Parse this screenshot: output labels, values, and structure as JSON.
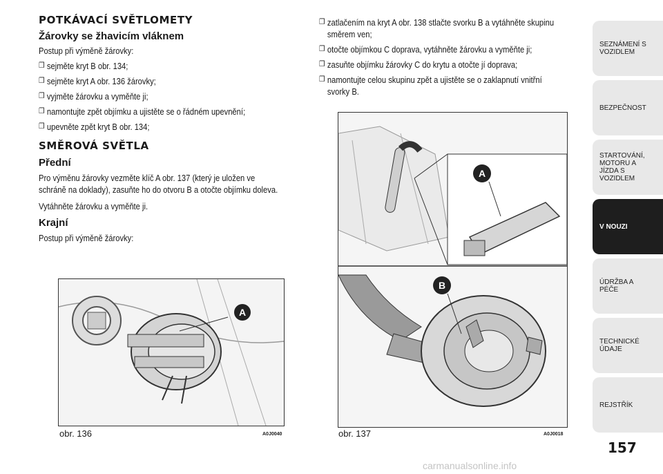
{
  "left_column": {
    "heading1": "POTKÁVACÍ SVĚTLOMETY",
    "subheading1": "Žárovky se žhavicím vláknem",
    "intro1": "Postup při výměně žárovky:",
    "steps1": [
      "sejměte kryt B obr. 134;",
      "sejměte kryt A obr. 136 žárovky;",
      "vyjměte žárovku a vyměňte ji;",
      "namontujte zpět objímku a ujistěte se o řádném upevnění;",
      "upevněte zpět kryt B obr. 134;"
    ],
    "heading2": "SMĚROVÁ SVĚTLA",
    "subheading2": "Přední",
    "para1_line1": "Pro výměnu žárovky vezměte klíč A obr. 137 (který je uložen ve",
    "para1_line2": "schránĕ na doklady), zasuňte ho do otvoru B a otočte objímku doleva.",
    "para2": "Vytáhněte žárovku a vyměňte ji.",
    "subheading3": "Krajní",
    "intro2": "Postup při výměně žárovky:"
  },
  "right_column": {
    "steps": [
      [
        "zatlačením na kryt A obr. 138 stlačte svorku B a vytáhněte skupinu",
        "směrem ven;"
      ],
      [
        "otočte objímkou C doprava, vytáhněte žárovku a vyměňte ji;"
      ],
      [
        "zasuňte objímku žárovky C do krytu a otočte jí doprava;"
      ],
      [
        "namontujte celou skupinu zpět a ujistěte se o zaklapnutí vnitřní",
        "svorky B."
      ]
    ]
  },
  "figures": {
    "fig136": {
      "caption": "obr. 136",
      "code": "A0J0040",
      "label_a": "A"
    },
    "fig137": {
      "caption": "obr. 137",
      "code": "A0J0018",
      "label_a": "A",
      "label_b": "B"
    }
  },
  "tabs": [
    {
      "label": "SEZNÁMENÍ S VOZIDLEM",
      "active": false
    },
    {
      "label": "BEZPEČNOST",
      "active": false
    },
    {
      "label": "STARTOVÁNÍ, MOTORU A JÍZDA S VOZIDLEM",
      "active": false
    },
    {
      "label": "V NOUZI",
      "active": true
    },
    {
      "label": "ÚDRŽBA A PÉČE",
      "active": false
    },
    {
      "label": "TECHNICKÉ ÚDAJE",
      "active": false
    },
    {
      "label": "REJSTŘÍK",
      "active": false
    }
  ],
  "page_number": "157",
  "watermark": "carmanualsonline.info",
  "bullet_glyph": "❒",
  "colors": {
    "active_tab": "#1e1e1e",
    "inactive_tab": "#e8e8e8",
    "text": "#1a1a1a"
  }
}
